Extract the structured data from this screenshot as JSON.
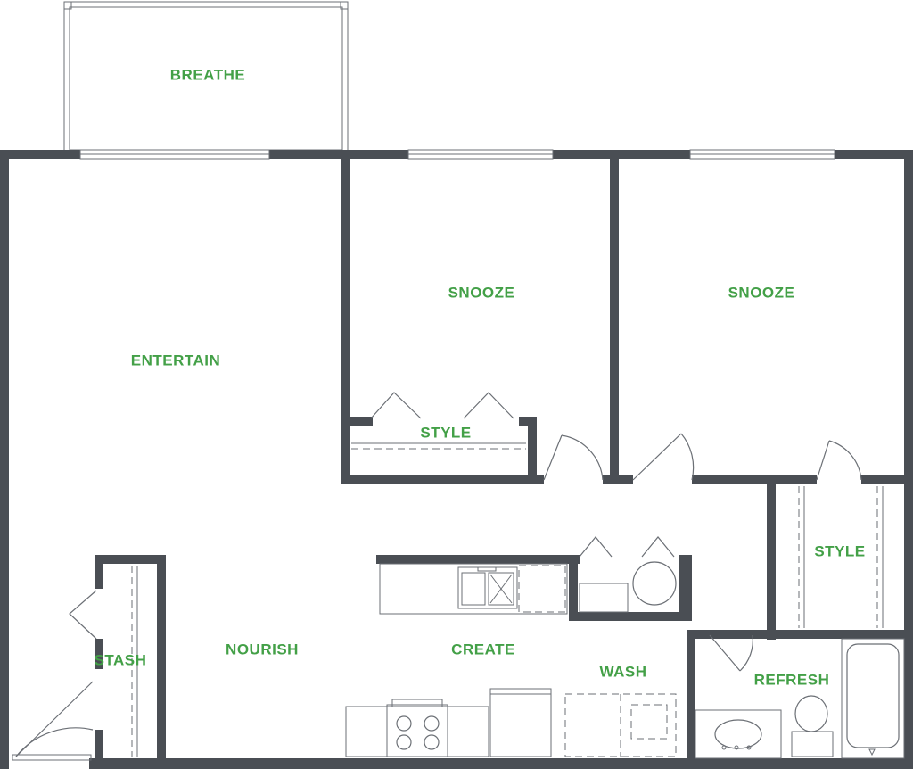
{
  "colors": {
    "wall": "#4a4e54",
    "label": "#43a047",
    "background": "#ffffff"
  },
  "rooms": {
    "breathe": "BREATHE",
    "entertain": "ENTERTAIN",
    "snooze_1": "SNOOZE",
    "snooze_2": "SNOOZE",
    "style_1": "STYLE",
    "style_2": "STYLE",
    "stash": "STASH",
    "nourish": "NOURISH",
    "create": "CREATE",
    "wash": "WASH",
    "refresh": "REFRESH"
  }
}
